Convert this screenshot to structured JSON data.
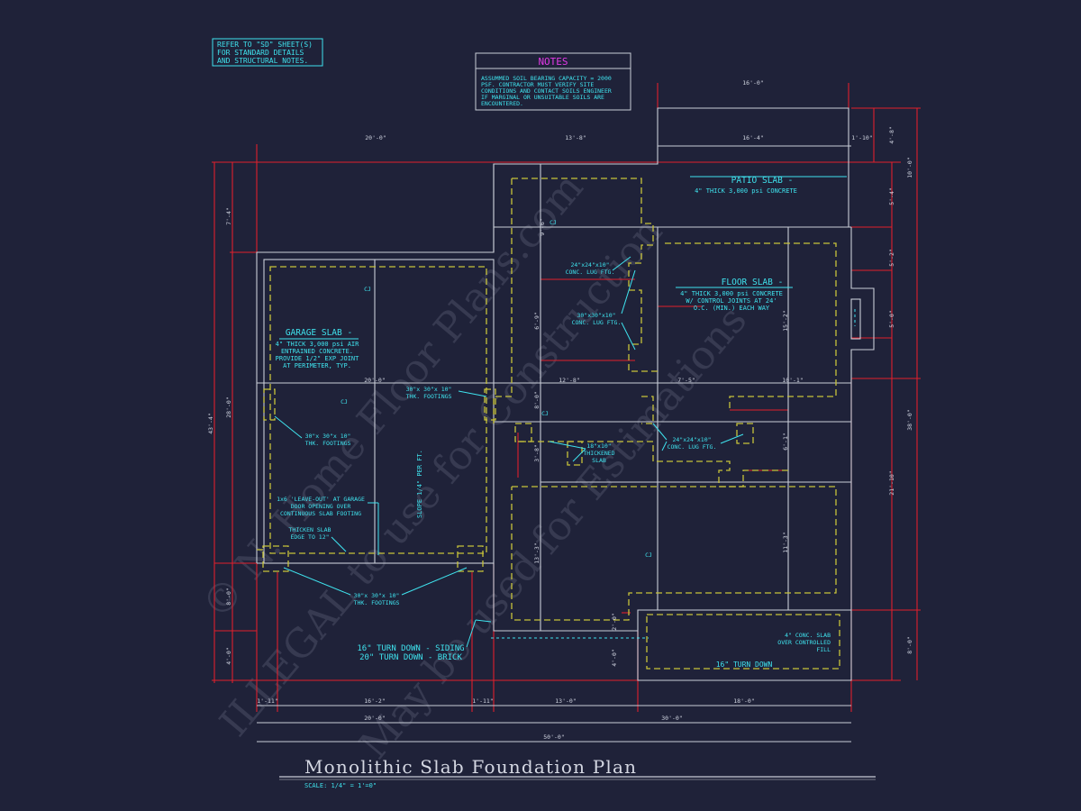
{
  "sheet": {
    "title": "Monolithic Slab Foundation Plan",
    "scale": "SCALE: 1/4\" = 1'=0\""
  },
  "refer_note": [
    "REFER TO \"SD\" SHEET(S)",
    "FOR STANDARD DETAILS",
    "AND STRUCTURAL NOTES."
  ],
  "notes": {
    "heading": "NOTES",
    "lines": [
      "ASSUMMED SOIL BEARING CAPACITY = 2000",
      "PSF.  CONTRACTOR MUST VERIFY SITE",
      "CONDITIONS AND CONTACT SOILS ENGINEER",
      "IF MARGINAL OR UNSUITABLE SOILS ARE",
      "ENCOUNTERED."
    ]
  },
  "labels": {
    "patio_title": "PATIO SLAB -",
    "patio_desc": "4\" THICK 3,000 psi CONCRETE",
    "floor_title": "FLOOR SLAB -",
    "floor_desc": [
      "4\" THICK 3,000 psi CONCRETE",
      "W/ CONTROL JOINTS AT 24'",
      "O.C. (MIN.) EACH WAY"
    ],
    "garage_title": "GARAGE SLAB -",
    "garage_desc": [
      "4\" THICK 3,000 psi AIR",
      "ENTRAINED CONCRETE.",
      "PROVIDE 1/2\" EXP JOINT",
      "AT PERIMETER, TYP."
    ],
    "lug_24_top": [
      "24\"x24\"x10\"",
      "CONC. LUG FTG."
    ],
    "lug_30": [
      "30\"x30\"x10\"",
      "CONC. LUG FTG."
    ],
    "lug_24_mid": [
      "24\"x24\"x10\"",
      "CONC. LUG FTG."
    ],
    "footing_center": [
      "30\"x 30\"x 10\"",
      "THK. FOOTINGS"
    ],
    "footing_left": [
      "30\"x 30\"x 10\"",
      "THK. FOOTINGS"
    ],
    "footing_bottom": [
      "30\"x 30\"x 10\"",
      "THK. FOOTINGS"
    ],
    "thickened": [
      "18\"x10\"",
      "THICKENED",
      "SLAB"
    ],
    "leave_out": [
      "1x6 'LEAVE-OUT' AT GARAGE",
      "DOOR OPENING OVER",
      "CONTINUOUS SLAB FOOTING"
    ],
    "thicken_edge": [
      "THICKEN SLAB",
      "EDGE TO 12\""
    ],
    "slope": "SLOPE 1/4\" PER FT.",
    "turn_down": [
      "16\" TURN DOWN - SIDING",
      "20\" TURN DOWN - BRICK"
    ],
    "conc_slab": [
      "4\" CONC. SLAB",
      "OVER CONTROLLED",
      "FILL"
    ],
    "turn_down_16": "16\" TURN DOWN",
    "cj": "CJ"
  },
  "dimensions": {
    "top": [
      "16'-0\"",
      "20'-0\"",
      "13'-8\"",
      "16'-4\"",
      "1'-10\""
    ],
    "garage_inner": "20'-0\"",
    "mid_horiz": [
      "12'-8\"",
      "7'-5\"",
      "10'-1\""
    ],
    "bottom_row1": [
      "1'-11\"",
      "16'-2\"",
      "1'-11\"",
      "13'-0\"",
      "18'-0\""
    ],
    "bottom_row2": [
      "20'-0\"",
      "30'-0\""
    ],
    "bottom_total": "50'-0\"",
    "left": [
      "7'-4\"",
      "43'-4\"",
      "28'-0\"",
      "8'-0\"",
      "4'-0\""
    ],
    "right_outer": [
      "10'-0\"",
      "38'-0\"",
      "21'-10\"",
      "8'-0\""
    ],
    "right_inner": [
      "4'-8\"",
      "5'-4\"",
      "5'-2\"",
      "5'-0\""
    ],
    "interior": [
      "8'-0\"",
      "6'-9\"",
      "9'-6\"",
      "3'-8\"",
      "13'-3\"",
      "2'-0\"",
      "4'-0\"",
      "15'-2\"",
      "6'-1\"",
      "11'-3\""
    ]
  },
  "watermark": [
    "© N. Home Floor Plans.com",
    "ILLEGAL to use for Construction",
    "May be used for Estimations"
  ],
  "colors": {
    "background": "#1f2239",
    "text": "#3fe3ee",
    "walls": "#c9cdd8",
    "dimensions": "#e0202c",
    "footings": "#c8c43a",
    "notes_heading": "#e23ae6"
  }
}
